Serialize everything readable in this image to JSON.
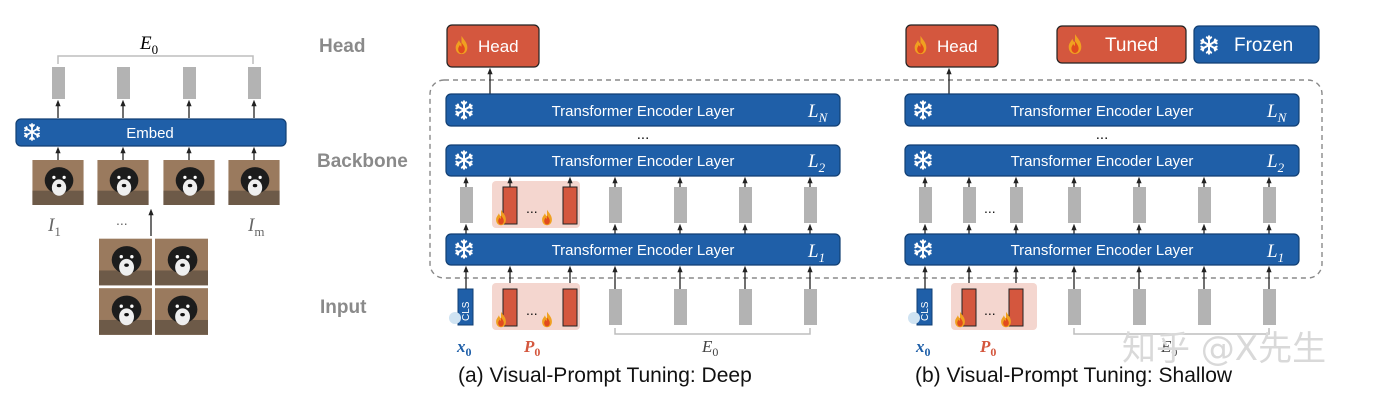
{
  "left_panel": {
    "e0_label": "E",
    "e0_sub": "0",
    "embed_label": "Embed",
    "i1_label": "I",
    "i1_sub": "1",
    "im_label": "I",
    "im_sub": "m",
    "dots": "..."
  },
  "side_labels": {
    "head": "Head",
    "backbone": "Backbone",
    "input": "Input"
  },
  "legend": {
    "tuned": "Tuned",
    "frozen": "Frozen",
    "tuned_color": "#d4573e",
    "frozen_color": "#1f5fa8"
  },
  "panel_a": {
    "head_label": "Head",
    "encoder_label": "Transformer Encoder Layer",
    "layer_n": "L",
    "layer_n_sub": "N",
    "layer_2": "L",
    "layer_2_sub": "2",
    "layer_1": "L",
    "layer_1_sub": "1",
    "dots": "...",
    "cls_label": "CLS",
    "x0": "x",
    "x0_sub": "0",
    "p0": "P",
    "p0_sub": "0",
    "e0": "E",
    "e0_sub": "0",
    "caption": "(a) Visual-Prompt Tuning:  Deep"
  },
  "panel_b": {
    "head_label": "Head",
    "encoder_label": "Transformer Encoder Layer",
    "layer_n": "L",
    "layer_n_sub": "N",
    "layer_2": "L",
    "layer_2_sub": "2",
    "layer_1": "L",
    "layer_1_sub": "1",
    "dots": "...",
    "cls_label": "CLS",
    "x0": "x",
    "x0_sub": "0",
    "p0": "P",
    "p0_sub": "0",
    "e0": "E",
    "e0_sub": "0",
    "caption": "(b) Visual-Prompt Tuning:  Shallow"
  },
  "watermark": "知乎 @X先生",
  "icons": [
    "snowflake-icon",
    "flame-icon",
    "dog-image"
  ]
}
